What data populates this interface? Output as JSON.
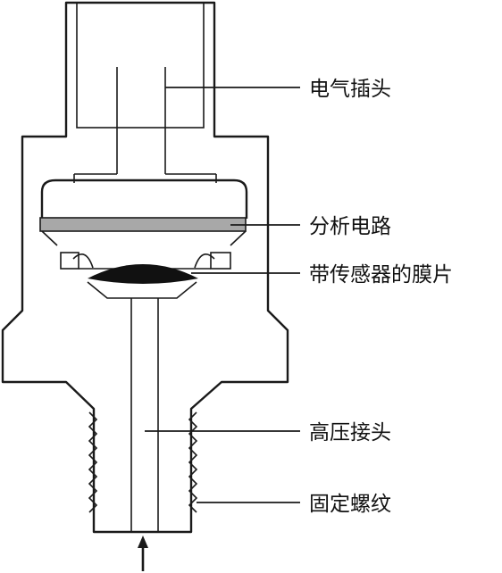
{
  "labels": {
    "electrical_plug": "电气插头",
    "evaluation_circuit": "分析电路",
    "sensor_diaphragm": "带传感器的膜片",
    "high_pressure_port": "高压接头",
    "mounting_thread": "固定螺纹"
  },
  "colors": {
    "line": "#1a1a1a",
    "circuit_board_fill": "#a8a8a8",
    "diaphragm_fill": "#111111",
    "background": "#ffffff"
  }
}
